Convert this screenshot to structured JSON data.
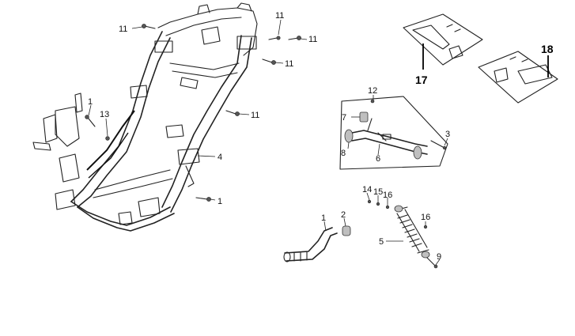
{
  "callouts": [
    {
      "id": "c11a",
      "text": "11"
    },
    {
      "id": "c11b",
      "text": "11"
    },
    {
      "id": "c11c",
      "text": "11"
    },
    {
      "id": "c11d",
      "text": "11"
    },
    {
      "id": "c11e",
      "text": "11"
    },
    {
      "id": "c1a",
      "text": "1"
    },
    {
      "id": "c13",
      "text": "13"
    },
    {
      "id": "c4",
      "text": "4"
    },
    {
      "id": "c1b",
      "text": "1"
    },
    {
      "id": "c12",
      "text": "12"
    },
    {
      "id": "c7",
      "text": "7"
    },
    {
      "id": "c3",
      "text": "3"
    },
    {
      "id": "c8",
      "text": "8"
    },
    {
      "id": "c6",
      "text": "6"
    },
    {
      "id": "c14",
      "text": "14"
    },
    {
      "id": "c15",
      "text": "15"
    },
    {
      "id": "c16a",
      "text": "16"
    },
    {
      "id": "c16b",
      "text": "16"
    },
    {
      "id": "c1c",
      "text": "1"
    },
    {
      "id": "c2",
      "text": "2"
    },
    {
      "id": "c5",
      "text": "5"
    },
    {
      "id": "c9",
      "text": "9"
    },
    {
      "id": "c17",
      "text": "17"
    },
    {
      "id": "c18",
      "text": "18"
    }
  ]
}
